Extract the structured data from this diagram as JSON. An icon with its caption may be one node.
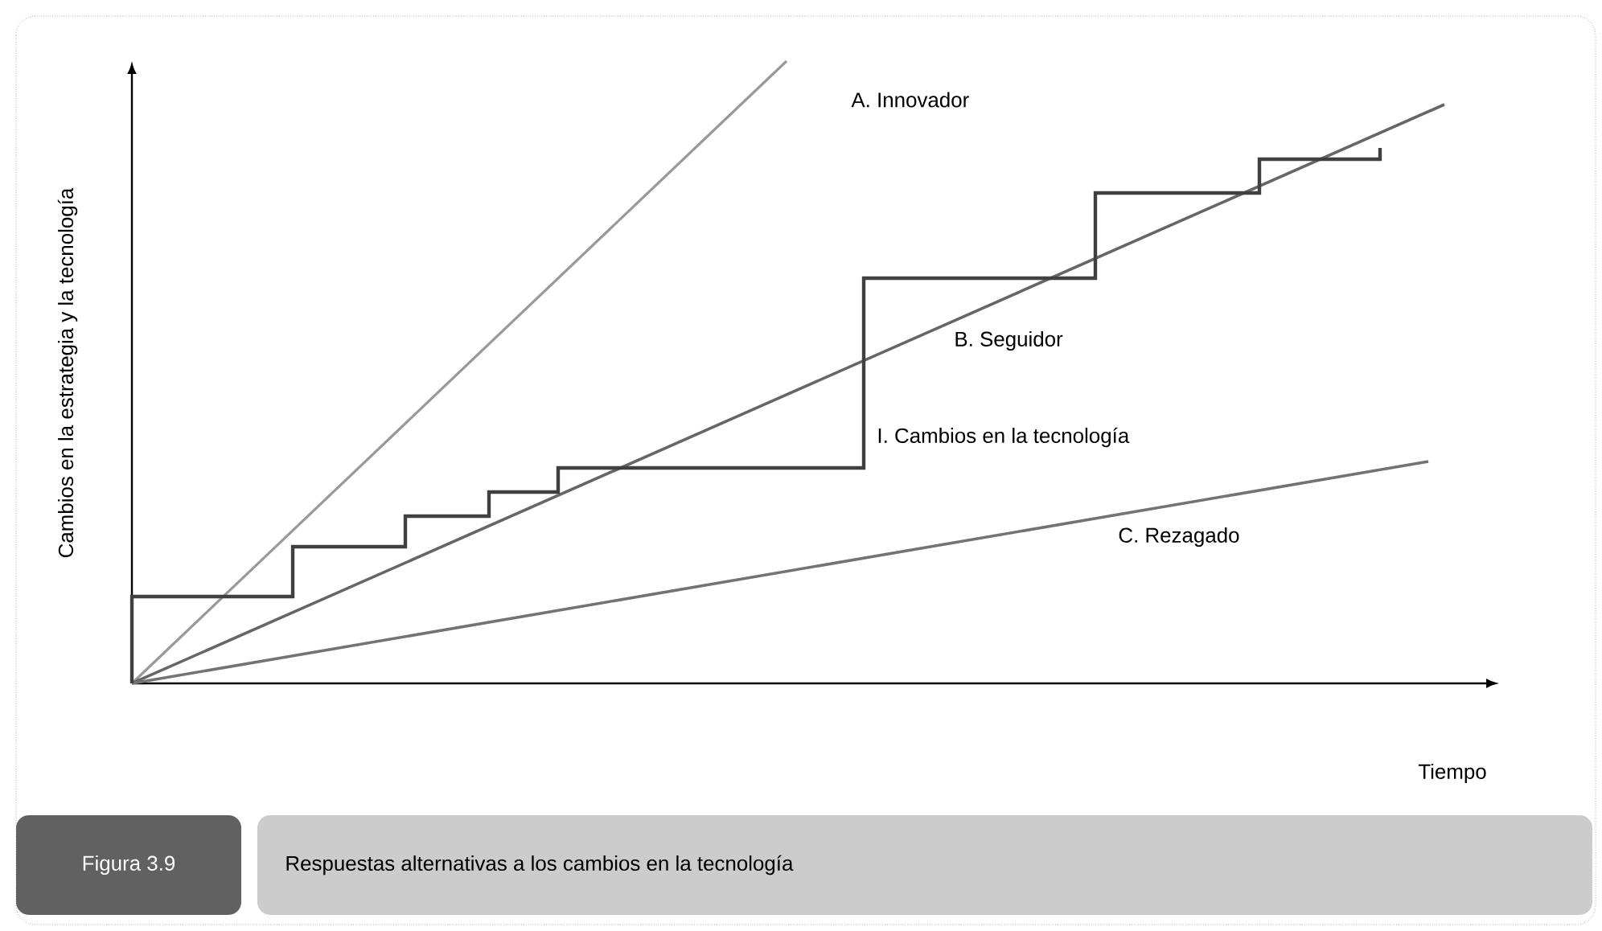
{
  "diagram": {
    "nodes": [
      {
        "text": [
          "Figura 3.9"
        ]
      },
      {
        "text": [
          "Respuestas alternativas a los cambios en la tecnología"
        ]
      }
    ],
    "labels": [
      "Cambios en la estrategia y la tecnología",
      "A. Innovador",
      "B. Seguidor",
      "I. Cambios en la tecnología",
      "C. Rezagado",
      "Tiempo"
    ]
  }
}
